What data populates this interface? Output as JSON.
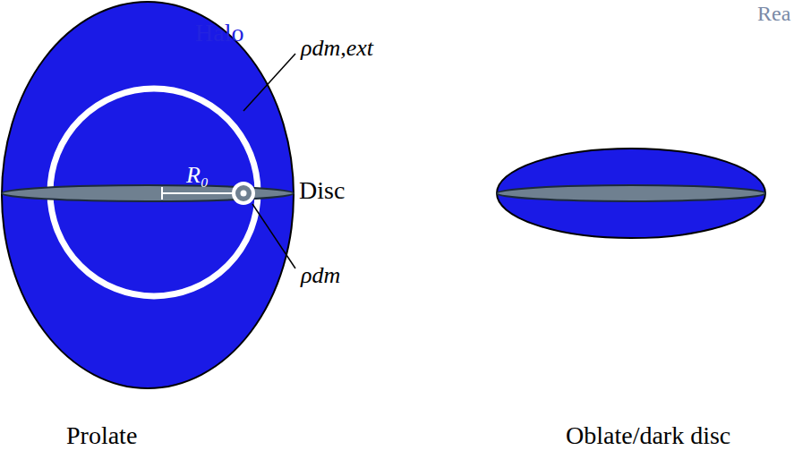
{
  "diagram": {
    "labels": [
      "Halo",
      "ρdm,ext",
      "R₀",
      "Disc",
      "ρdm",
      "Prolate",
      "Oblate/dark disc",
      "Rea"
    ]
  }
}
